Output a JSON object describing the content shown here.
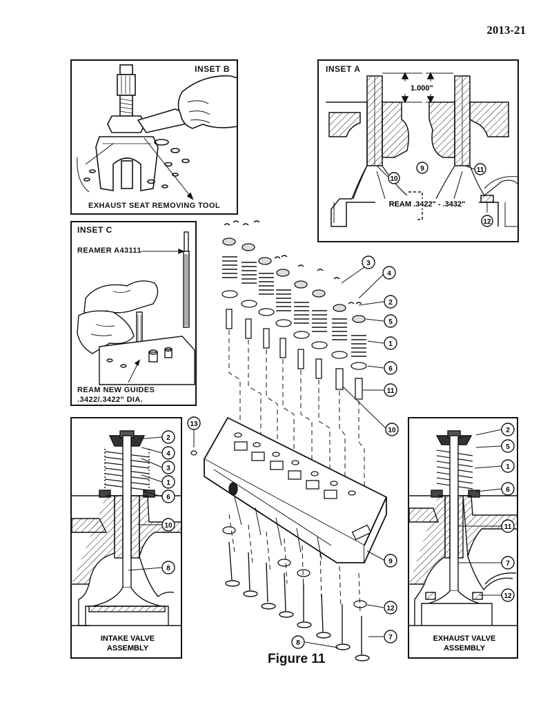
{
  "page_number": "2013-21",
  "figure_caption": "Figure 11",
  "inset_a": {
    "title": "INSET A",
    "dimension": "1.000\"",
    "ream_label": "REAM .3422\" - .3432\"",
    "callouts": [
      "10",
      "9",
      "11",
      "12"
    ]
  },
  "inset_b": {
    "title": "INSET B",
    "caption": "EXHAUST SEAT REMOVING TOOL"
  },
  "inset_c": {
    "title": "INSET C",
    "reamer_label": "REAMER A43111",
    "caption_line1": "REAM NEW GUIDES",
    "caption_line2": ".3422/.3422\" DIA."
  },
  "intake": {
    "caption_line1": "INTAKE VALVE",
    "caption_line2": "ASSEMBLY",
    "callouts": [
      "2",
      "4",
      "3",
      "1",
      "6",
      "10",
      "8"
    ]
  },
  "exhaust": {
    "caption_line1": "EXHAUST VALVE",
    "caption_line2": "ASSEMBLY",
    "callouts": [
      "2",
      "5",
      "1",
      "6",
      "11",
      "7",
      "12"
    ]
  },
  "exploded": {
    "callouts": [
      "3",
      "4",
      "2",
      "5",
      "1",
      "6",
      "11",
      "10",
      "13",
      "9",
      "12",
      "8",
      "7"
    ]
  }
}
